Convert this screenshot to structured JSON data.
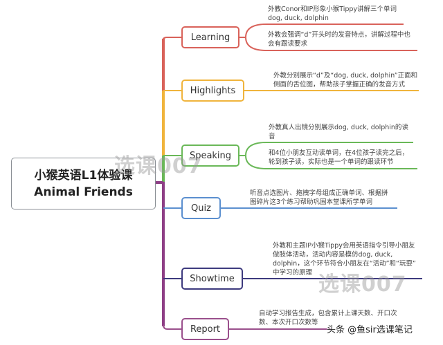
{
  "center": {
    "title": "小猴英语L1体验课",
    "subtitle": "Animal Friends"
  },
  "branches": [
    {
      "label": "Learning",
      "color": "#d9625a",
      "notes": [
        "外教Conor和IP形象小猴Tippy讲解三个单词\ndog, duck, dolphin",
        "外教会强调“d”开头时的发音特点，讲解过程中也\n会有跟读要求"
      ]
    },
    {
      "label": "Highlights",
      "color": "#f0b43c",
      "notes": [
        "外教分别展示“d”及“dog, duck, dolphin”正面和\n侧面的舌位图，帮助孩子掌握正确的发音方式"
      ]
    },
    {
      "label": "Speaking",
      "color": "#6ab858",
      "notes": [
        "外教真人出镜分别展示dog, duck, dolphin的读\n音",
        "和4位小朋友互动读单词，在4位孩子读完之后，\n轮到孩子读，实际也是一个单词的跟读环节"
      ]
    },
    {
      "label": "Quiz",
      "color": "#5b8fcf",
      "notes": [
        "听音点选图片、拖拽字母组成正确单词、根据拼\n图碎片这3个练习帮助巩固本堂课所学单词"
      ]
    },
    {
      "label": "Showtime",
      "color": "#3d3a7e",
      "notes": [
        "外教和主题IP小猴Tippy会用英语指令引导小朋友\n做肢体活动，活动内容是模仿dog, duck,\ndolphin，这个环节符合小朋友在“活动”和“玩耍”\n中学习的原理"
      ]
    },
    {
      "label": "Report",
      "color": "#9a4f8c",
      "notes": [
        "自动学习报告生成，包含累计上课天数、开口次\n数、本次开口次数等"
      ]
    }
  ],
  "spine_color": "#8e3f86",
  "watermark": "选课007",
  "credit": "头条 @鱼sir选课笔记"
}
